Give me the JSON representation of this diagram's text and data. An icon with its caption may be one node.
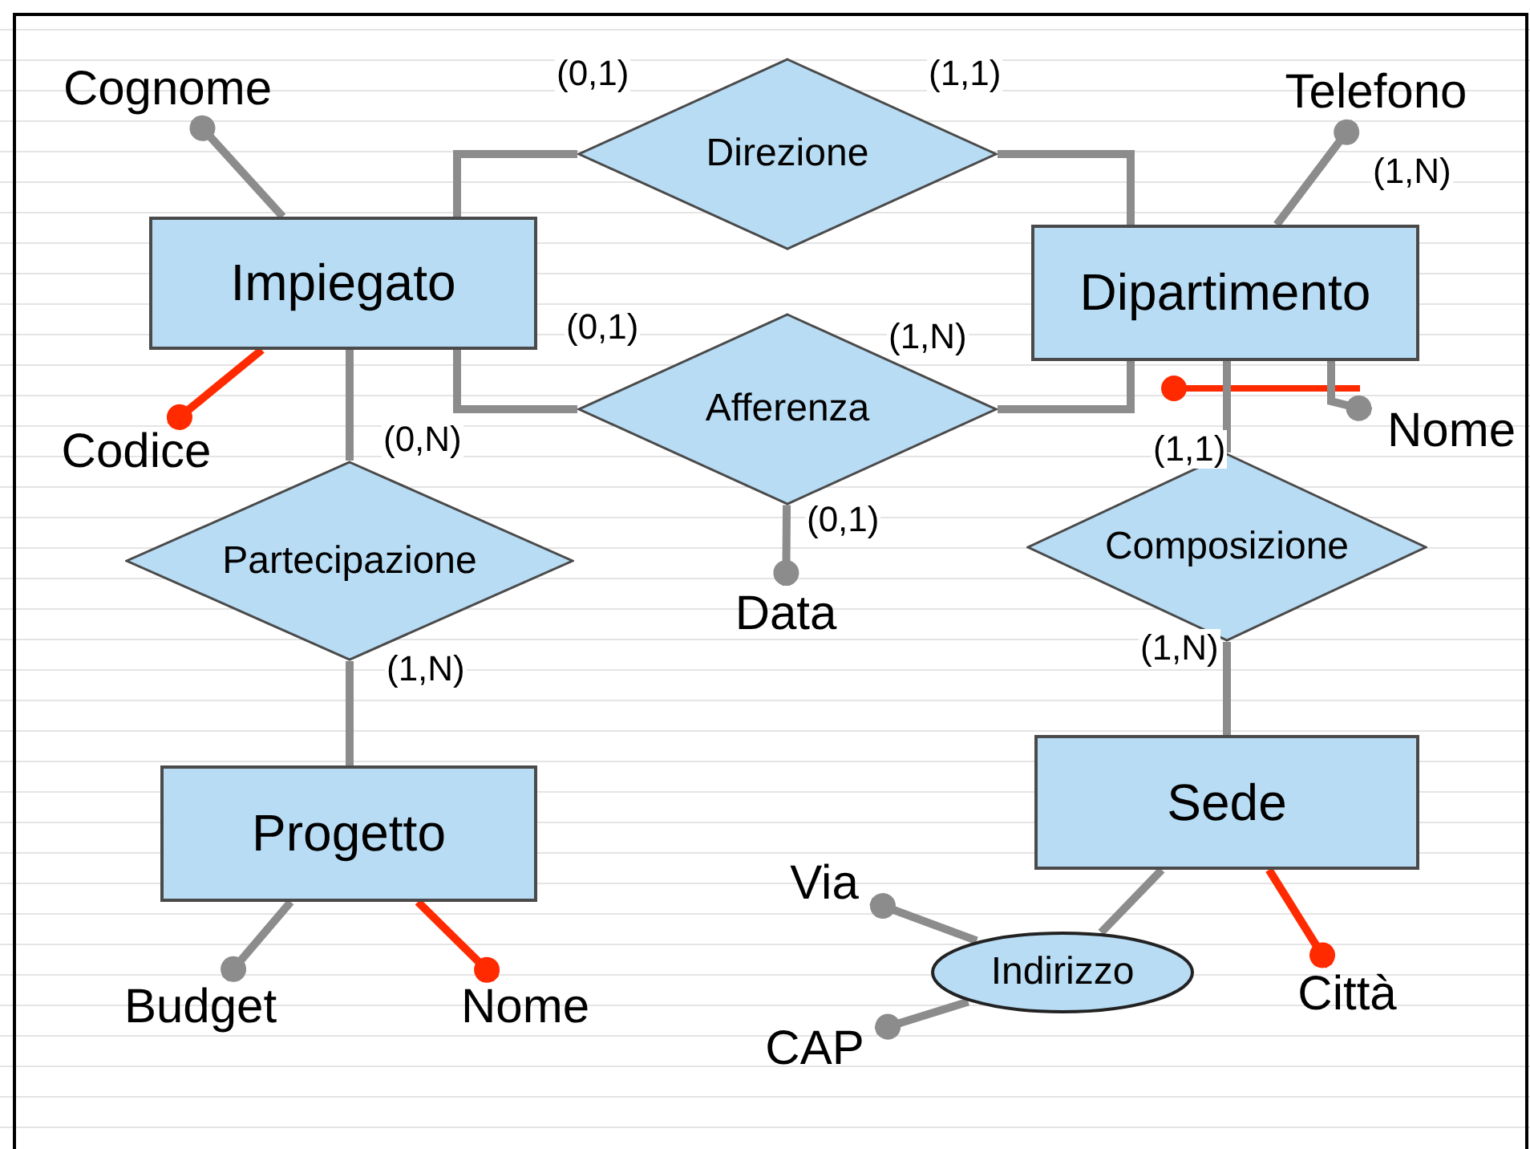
{
  "diagram": {
    "nodes": [
      {
        "text": [
          "Impiegato"
        ]
      },
      {
        "text": [
          "Dipartimento"
        ]
      },
      {
        "text": [
          "Progetto"
        ]
      },
      {
        "text": [
          "Sede"
        ]
      },
      {
        "text": [
          "Direzione"
        ]
      },
      {
        "text": [
          "Afferenza"
        ]
      },
      {
        "text": [
          "Partecipazione"
        ]
      },
      {
        "text": [
          "Composizione"
        ]
      },
      {
        "text": [
          "Indirizzo"
        ]
      },
      {
        "text": [
          "Cognome"
        ]
      },
      {
        "text": [
          "Codice"
        ]
      },
      {
        "text": [
          "Telefono"
        ]
      },
      {
        "text": [
          "Nome"
        ]
      },
      {
        "text": [
          "Data"
        ]
      },
      {
        "text": [
          "Budget"
        ]
      },
      {
        "text": [
          "Nome"
        ]
      },
      {
        "text": [
          "Città"
        ]
      },
      {
        "text": [
          "Via"
        ]
      },
      {
        "text": [
          "CAP"
        ]
      }
    ],
    "edges": [
      {
        "from": 0,
        "to": 4,
        "arrow": "none",
        "label": "(0,1)"
      },
      {
        "from": 4,
        "to": 1,
        "arrow": "none",
        "label": "(1,1)"
      },
      {
        "from": 0,
        "to": 5,
        "arrow": "none",
        "label": "(0,1)"
      },
      {
        "from": 5,
        "to": 1,
        "arrow": "none",
        "label": "(1,N)"
      },
      {
        "from": 0,
        "to": 6,
        "arrow": "none",
        "label": "(0,N)"
      },
      {
        "from": 6,
        "to": 2,
        "arrow": "none",
        "label": "(1,N)"
      },
      {
        "from": 1,
        "to": 7,
        "arrow": "none",
        "label": "(1,1)"
      },
      {
        "from": 7,
        "to": 3,
        "arrow": "none",
        "label": "(1,N)"
      },
      {
        "from": 0,
        "to": 9,
        "arrow": "other"
      },
      {
        "from": 0,
        "to": 10,
        "arrow": "other",
        "color": "#ff2a00"
      },
      {
        "from": 1,
        "to": 11,
        "arrow": "other",
        "label": "(1,N)"
      },
      {
        "from": 1,
        "to": 12,
        "arrow": "other"
      },
      {
        "from": 5,
        "to": 13,
        "arrow": "other",
        "label": "(0,1)"
      },
      {
        "from": 2,
        "to": 14,
        "arrow": "other"
      },
      {
        "from": 2,
        "to": 15,
        "arrow": "other",
        "color": "#ff2a00"
      },
      {
        "from": 3,
        "to": 16,
        "arrow": "other",
        "color": "#ff2a00"
      },
      {
        "from": 3,
        "to": 8,
        "arrow": "none"
      },
      {
        "from": 8,
        "to": 17,
        "arrow": "other"
      },
      {
        "from": 8,
        "to": 18,
        "arrow": "other"
      }
    ]
  }
}
